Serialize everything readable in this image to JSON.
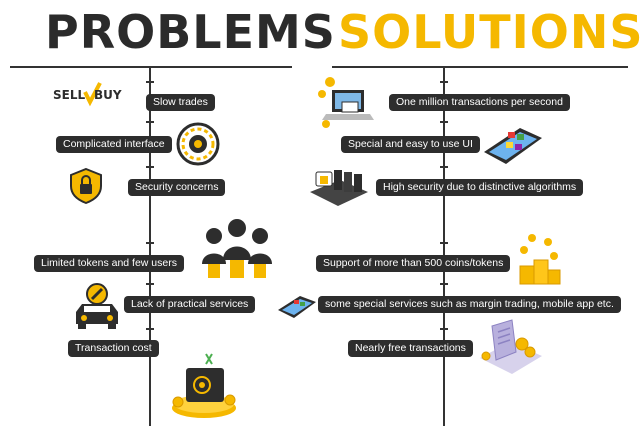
{
  "headings": {
    "problems": "PROBLEMS",
    "solutions": "SOLUTIONS"
  },
  "logo": {
    "sell": "SELL",
    "buy": "BUY"
  },
  "problems": [
    {
      "label": "Slow trades",
      "icon": "sell-buy-logo"
    },
    {
      "label": "Complicated interface",
      "icon": "dial-icon"
    },
    {
      "label": "Security concerns",
      "icon": "shield-lock-icon"
    },
    {
      "label": "Limited tokens and few users",
      "icon": "users-icon"
    },
    {
      "label": "Lack of practical services",
      "icon": "car-wrench-icon"
    },
    {
      "label": "Transaction cost",
      "icon": "safe-coins-icon"
    }
  ],
  "solutions": [
    {
      "label": "One million transactions per second",
      "icon": "laptop-payment-icon"
    },
    {
      "label": "Special and easy to use UI",
      "icon": "phone-apps-icon"
    },
    {
      "label": "High security due to distinctive algorithms",
      "icon": "server-security-icon"
    },
    {
      "label": "Support of more than 500 coins/tokens",
      "icon": "coin-stacks-icon"
    },
    {
      "label": "some special services such as margin trading, mobile app etc.",
      "icon": "phone-services-icon"
    },
    {
      "label": "Nearly free transactions",
      "icon": "receipt-coins-icon"
    }
  ],
  "colors": {
    "accent": "#f5b800",
    "dark": "#2d2d2d",
    "background": "#ffffff"
  }
}
